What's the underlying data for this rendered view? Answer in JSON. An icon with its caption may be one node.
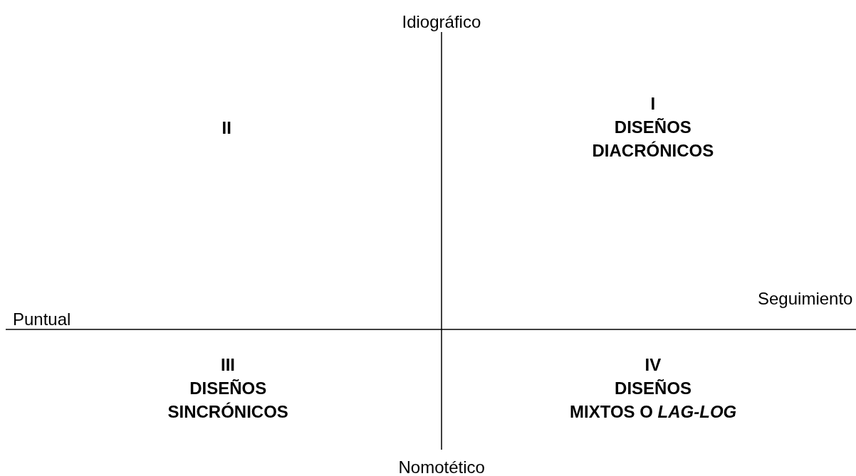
{
  "diagram": {
    "labels": [
      "Idiográfico",
      "II",
      "I",
      "DISEÑOS DIACRÓNICOS",
      "Seguimiento",
      "Puntual",
      "III",
      "DISEÑOS SINCRÓNICOS",
      "IV",
      "DISEÑOS MIXTOS O *LAG-LOG*",
      "Nomotético"
    ]
  }
}
